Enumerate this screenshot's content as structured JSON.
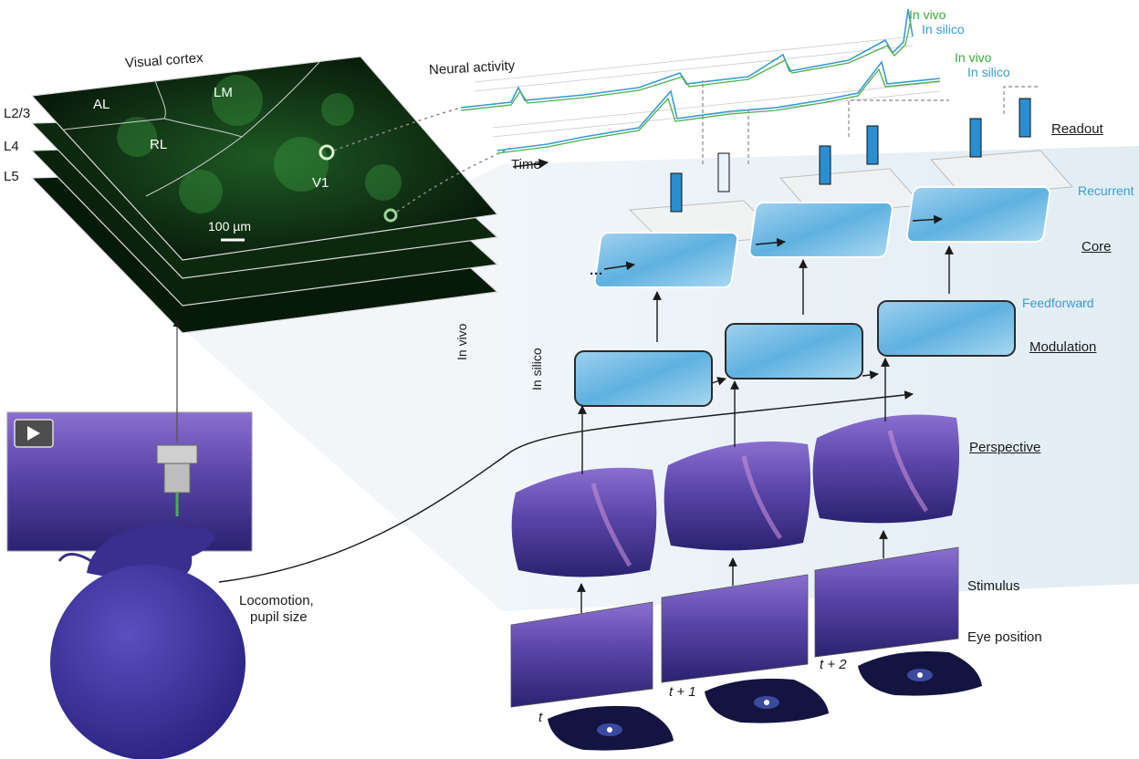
{
  "cortex": {
    "title": "Visual cortex",
    "layers": [
      "L2/3",
      "L4",
      "L5"
    ],
    "areas": [
      "AL",
      "LM",
      "RL",
      "V1"
    ],
    "scale_bar": "100 µm"
  },
  "activity": {
    "title": "Neural activity",
    "time_label": "Time",
    "legend_top": [
      "In vivo",
      "In silico"
    ],
    "legend_bottom": [
      "In vivo",
      "In silico"
    ]
  },
  "model": {
    "readout": "Readout",
    "recurrent": "Recurrent",
    "core": "Core",
    "feedforward": "Feedforward",
    "modulation": "Modulation",
    "perspective": "Perspective",
    "stimulus": "Stimulus",
    "eye_position": "Eye position",
    "ellipsis": "···"
  },
  "side_labels": {
    "in_vivo": "In vivo",
    "in_silico": "In silico"
  },
  "behavior": {
    "line1": "Locomotion,",
    "line2": "pupil size"
  },
  "time_steps": [
    "t",
    "t + 1",
    "t + 2"
  ],
  "colors": {
    "in_vivo": "#4caf50",
    "in_silico": "#3a9bd2",
    "stimulus": "#4a3a9a",
    "mouse": "#3a2f8f"
  }
}
